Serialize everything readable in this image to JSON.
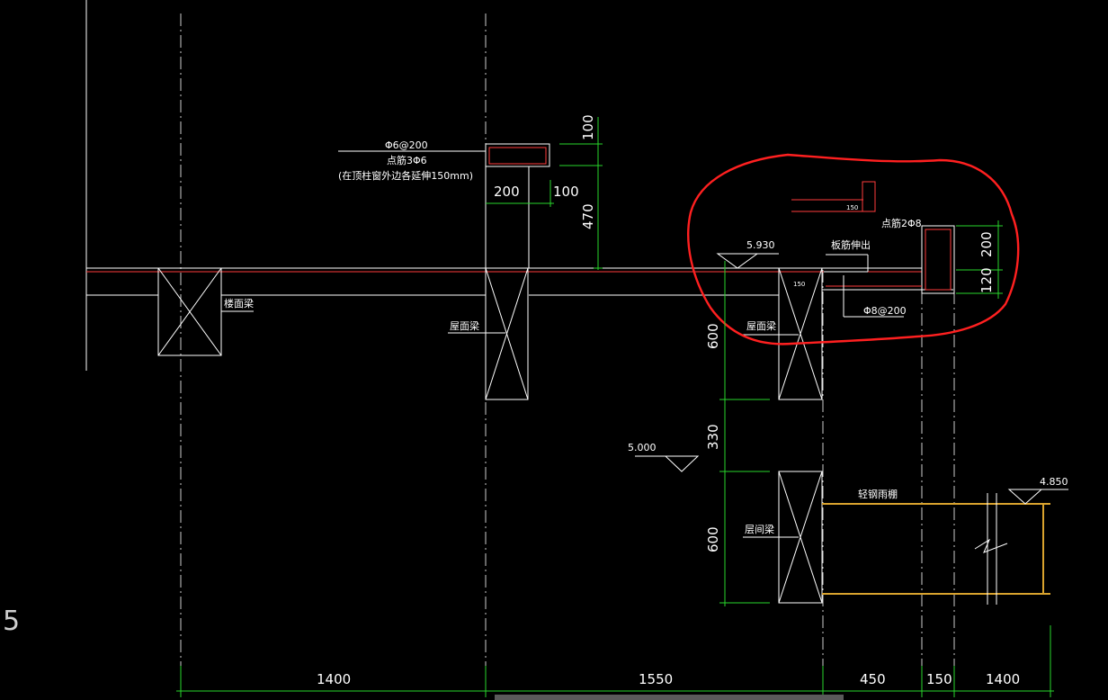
{
  "annotations": {
    "rebar_spacing_top": "Φ6@200",
    "anchor_bars_top": "点筋3Φ6",
    "extend_note": "(在顶柱窗外边各延伸150mm)",
    "anchor_bars_right": "点筋2Φ8",
    "stirrup_right": "Φ8@200",
    "slab_extend": "板筋伸出",
    "beam_label_1": "楼面梁",
    "beam_label_2": "屋面梁",
    "beam_label_3": "屋面梁",
    "beam_label_4": "层间梁",
    "gutter_label": "轻钢雨棚",
    "small_150": "150"
  },
  "elevations": {
    "top": "5.930",
    "mid": "5.000",
    "right": "4.850"
  },
  "dims": {
    "d200": "200",
    "d100h": "100",
    "d100v": "100",
    "d470": "470",
    "d600a": "600",
    "d330": "330",
    "d600b": "600",
    "r200": "200",
    "r120": "120",
    "r150": "150",
    "b1400a": "1400",
    "b1550": "1550",
    "b450": "450",
    "b150": "150",
    "b1400b": "1400"
  },
  "edge_mark": "5",
  "colors": {
    "background": "#000000",
    "line": "#ffffff",
    "dimension": "#29d62b",
    "rebar": "#ff3b3b",
    "revision_cloud": "#ff2020",
    "steel": "#d9a32e"
  }
}
